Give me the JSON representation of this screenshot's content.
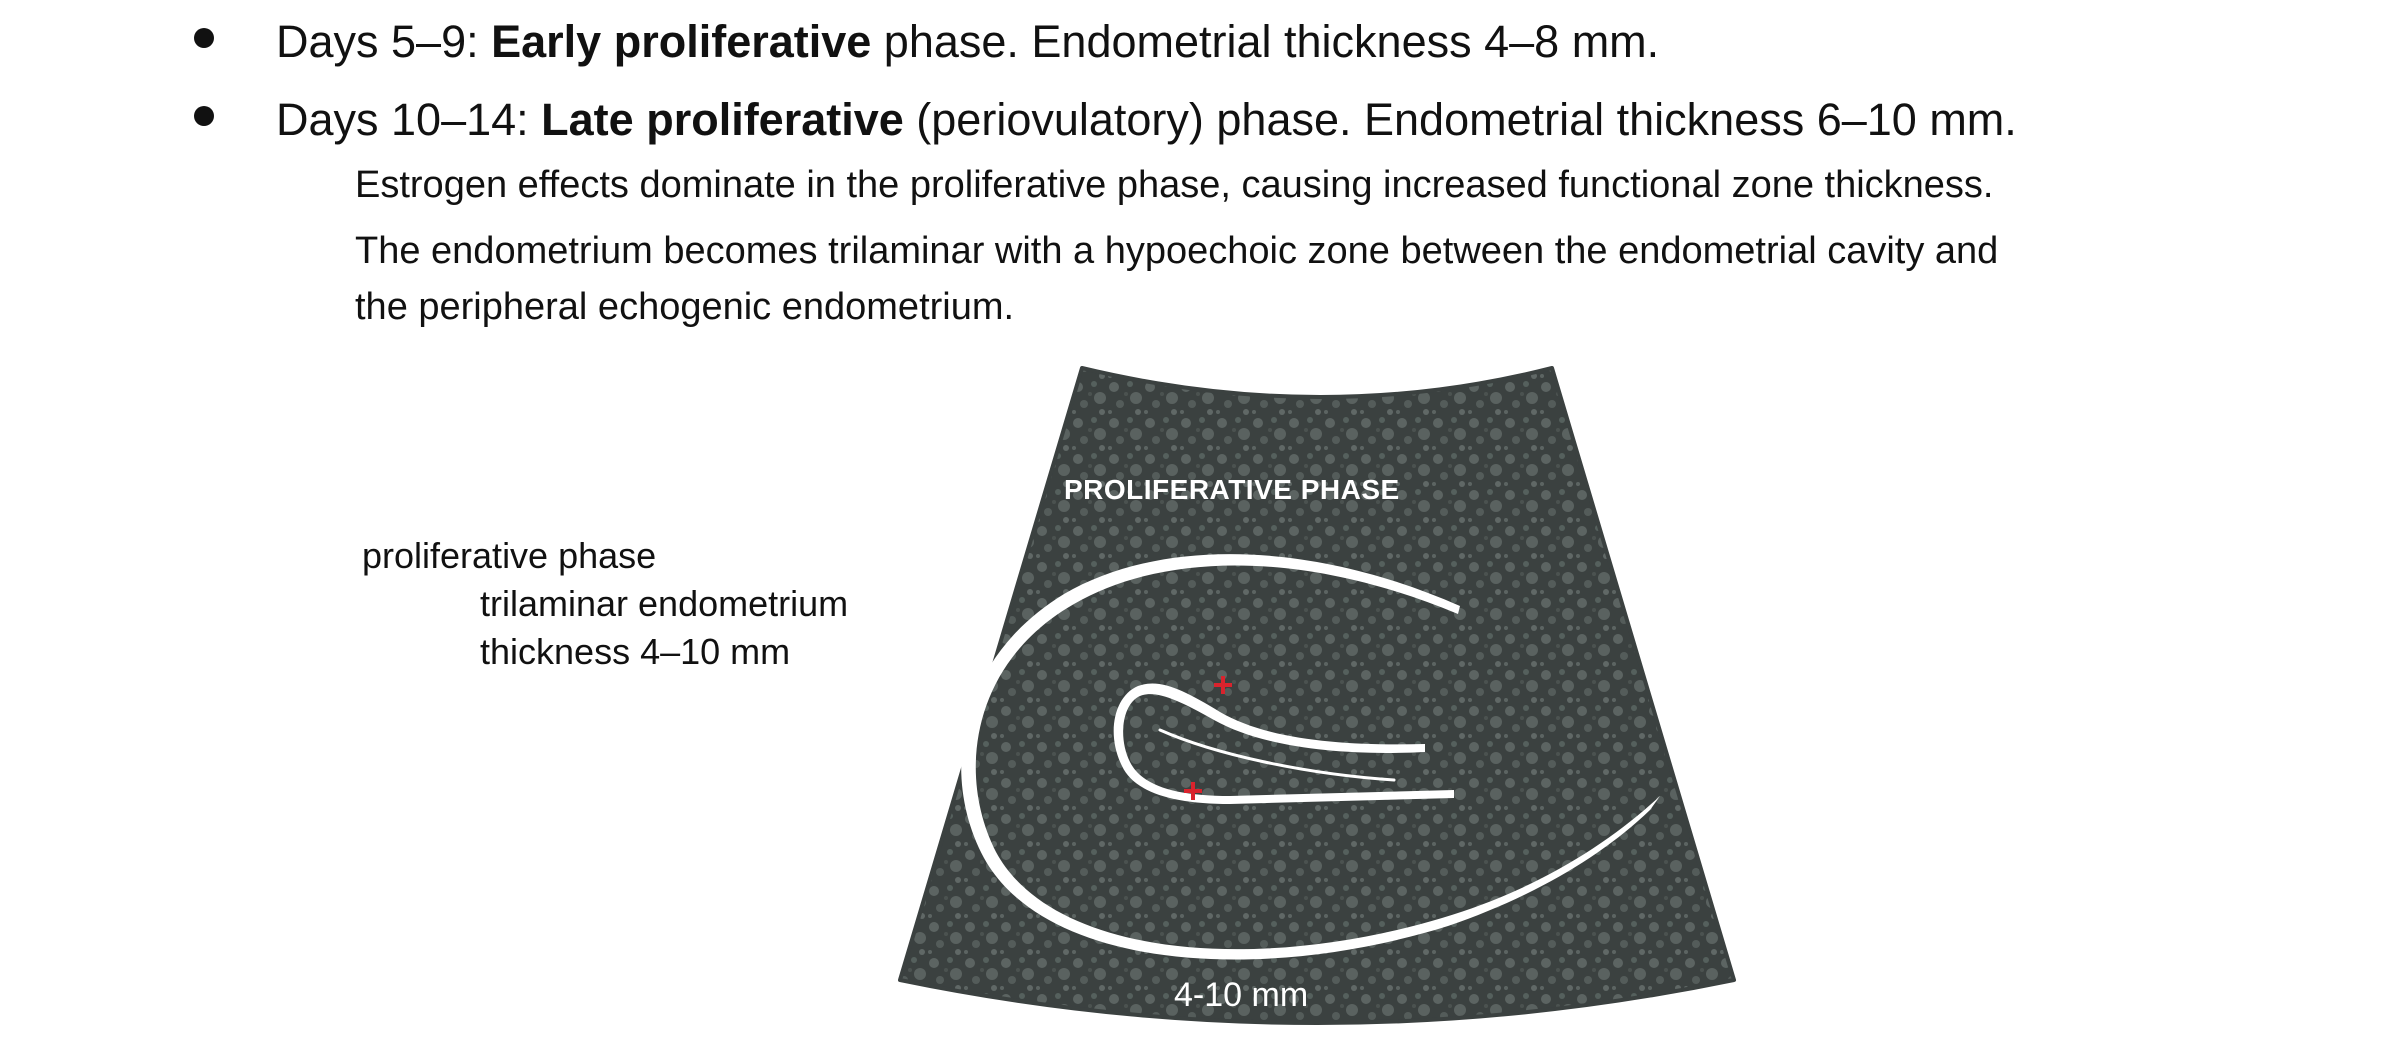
{
  "bullets": [
    {
      "prefix": "Days 5–9: ",
      "bold": "Early proliferative",
      "suffix": " phase. Endometrial thickness 4–8 mm."
    },
    {
      "prefix": "Days 10–14: ",
      "bold": "Late proliferative",
      "suffix": " (periovulatory) phase. Endometrial thickness 6–10 mm."
    }
  ],
  "paragraphs": [
    "Estrogen effects dominate in the proliferative phase, causing increased functional zone thickness.",
    "The endometrium becomes trilaminar with a hypoechoic zone between the endometrial cavity and",
    "the peripheral echogenic endometrium."
  ],
  "side_labels": {
    "line1": "proliferative phase",
    "line2": "trilaminar endometrium",
    "line3": "thickness 4–10 mm"
  },
  "figure": {
    "title": "PROLIFERATIVE PHASE",
    "measurement": "4-10 mm",
    "colors": {
      "background": "#3b4140",
      "speckle": "#5c6462",
      "stripe": "#ffffff",
      "caliper": "#d9232d"
    }
  }
}
